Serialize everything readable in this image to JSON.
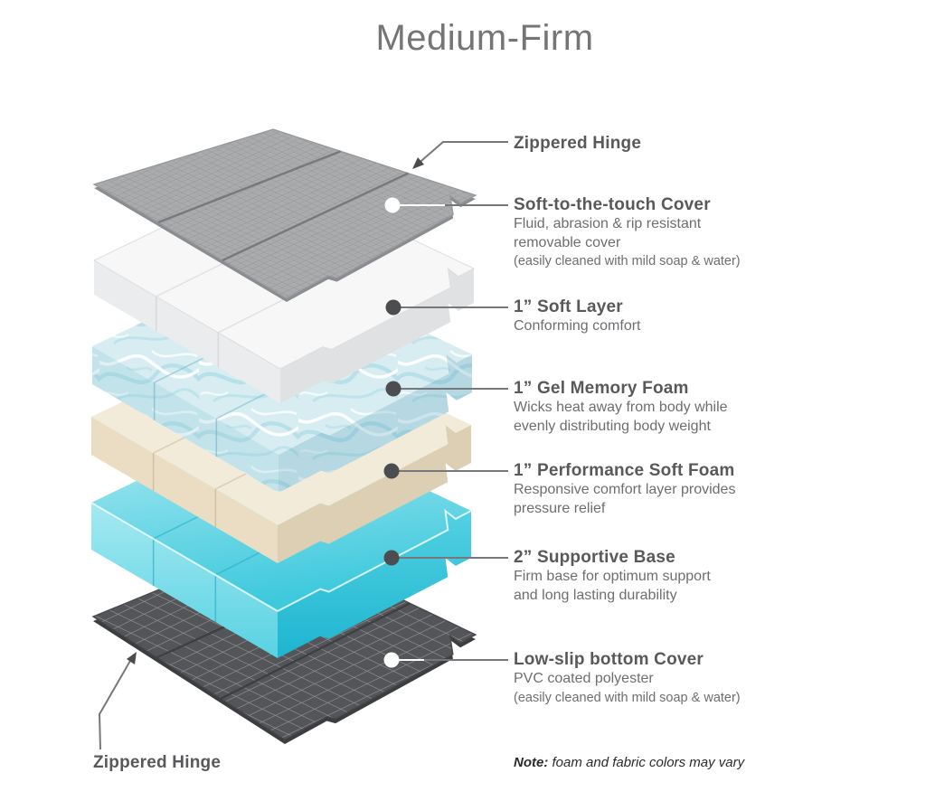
{
  "title": "Medium-Firm",
  "callouts": [
    {
      "title": "Zippered Hinge"
    },
    {
      "title": "Soft-to-the-touch Cover",
      "line1": "Fluid, abrasion & rip resistant",
      "line2": "removable cover",
      "note": "(easily cleaned with mild soap & water)"
    },
    {
      "title": "1” Soft Layer",
      "line1": "Conforming comfort"
    },
    {
      "title": "1” Gel Memory Foam",
      "line1": "Wicks heat away from body while",
      "line2": "evenly distributing body weight"
    },
    {
      "title": "1” Performance Soft Foam",
      "line1": "Responsive comfort layer provides",
      "line2": "pressure relief"
    },
    {
      "title": "2” Supportive Base",
      "line1": "Firm base for optimum support",
      "line2": "and long lasting durability"
    },
    {
      "title": "Low-slip bottom Cover",
      "line1": "PVC coated polyester",
      "note": "(easily cleaned with mild soap & water)"
    }
  ],
  "bottom_hinge_label": "Zippered Hinge",
  "footnote": {
    "bold": "Note:",
    "rest": " foam and fabric colors may vary"
  },
  "colors": {
    "background": "#ffffff",
    "title_text": "#757575",
    "label_title_text": "#58595b",
    "label_desc_text": "#6d6e71",
    "footnote_text": "#2b2b2d",
    "leader_line": "#77787b",
    "arrow": "#4a4b4d",
    "dot_dark": "#4c4d4f",
    "dot_light": "#ffffff",
    "quilt_base": "#a9abad",
    "quilt_line": "#8e9092",
    "quilt_seam": "#77797c",
    "quilt_edge": "#8a8c8f",
    "soft_top": "#f7f7f8",
    "soft_left": "#ebecee",
    "soft_right": "#dfe1e3",
    "soft_seam": "#e2e3e5",
    "gel_base": "#d8edf2",
    "gel_swirl": "#b0dde8",
    "perf_top": "#f2ebda",
    "perf_left": "#eaddc4",
    "perf_right": "#ddcfb3",
    "perf_seam": "#ddd0b6",
    "base_back": "#b4ecf3",
    "base_front": "#3ec9dd",
    "bottom_base": "#545558",
    "bottom_line": "#98999b",
    "bottom_seam": "#3e3f41",
    "bottom_edge": "#3c3d3f"
  }
}
